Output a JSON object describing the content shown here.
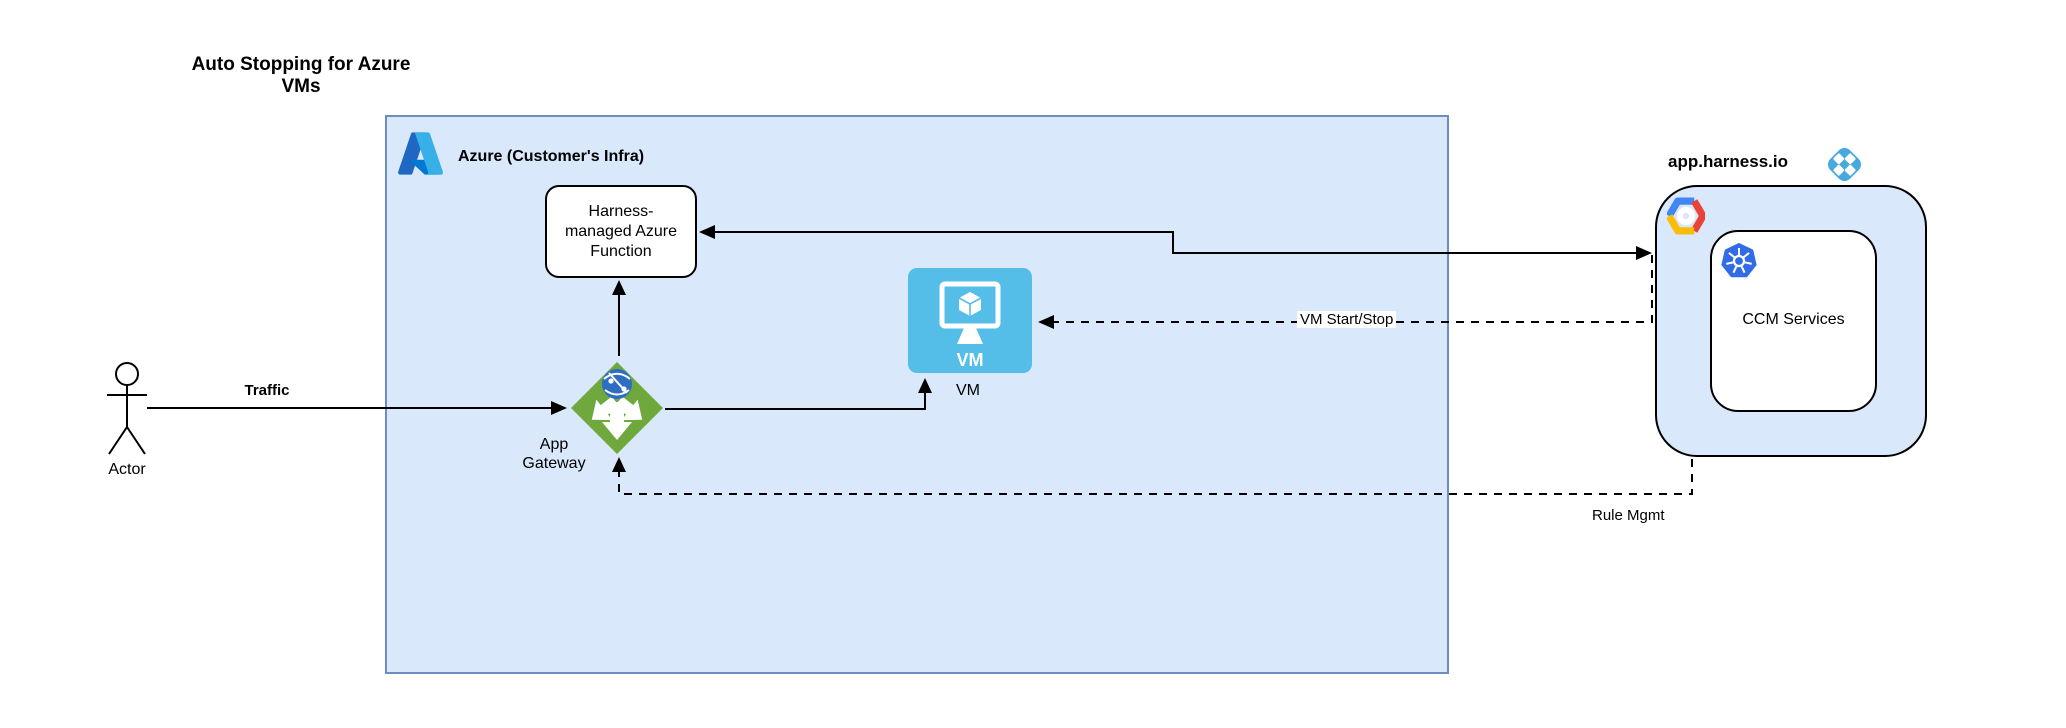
{
  "title": "Auto Stopping for Azure\nVMs",
  "groups": {
    "azure": {
      "label": "Azure (Customer's Infra)",
      "fill": "#DAE8FC",
      "border": "#6C8EBF"
    },
    "harness": {
      "label": "app.harness.io",
      "fill": "#DAE8FC",
      "border": "#000000"
    }
  },
  "nodes": {
    "function": {
      "label": "Harness-\nmanaged Azure\nFunction"
    },
    "vm": {
      "icon_text": "VM",
      "label": "VM",
      "color": "#54BDE8"
    },
    "app_gateway": {
      "label": "App\nGateway",
      "color": "#6FA83C"
    },
    "actor": {
      "label": "Actor"
    },
    "ccm": {
      "label": "CCM Services"
    }
  },
  "edges": {
    "traffic": {
      "label": "Traffic",
      "style": "solid",
      "from": "actor",
      "to": "app_gateway"
    },
    "gateway_to_function": {
      "label": "",
      "style": "solid",
      "from": "app_gateway",
      "to": "function"
    },
    "gateway_to_vm": {
      "label": "",
      "style": "solid",
      "from": "app_gateway",
      "to": "vm"
    },
    "function_harness": {
      "label": "",
      "style": "solid-double-arrow",
      "from": "function",
      "to": "harness"
    },
    "vm_start_stop": {
      "label": "VM Start/Stop",
      "style": "dashed",
      "from": "harness",
      "to": "vm"
    },
    "rule_mgmt": {
      "label": "Rule Mgmt",
      "style": "dashed",
      "from": "harness",
      "to": "app_gateway"
    }
  },
  "icons": {
    "azure-logo": "azure-a-mark",
    "harness-logo": "blue-diamond-grid",
    "gcp-logo": "tricolor-hexagon-ring",
    "kubernetes-icon": "blue-heptagon-helm-wheel",
    "app-gateway-icon": "green-diamond-with-arrows-and-globe",
    "vm-icon": "monitor-with-cube"
  },
  "colors": {
    "group_fill": "#DAE8FC",
    "azure_border": "#6C8EBF",
    "line": "#000000",
    "vm_blue": "#54BDE8",
    "gateway_green": "#6FA83C",
    "harness_blue": "#47A9DD",
    "kubernetes_blue": "#326CE5",
    "gcp_blue": "#4285F4",
    "gcp_red": "#EA4335",
    "gcp_yellow": "#FBBC05"
  }
}
